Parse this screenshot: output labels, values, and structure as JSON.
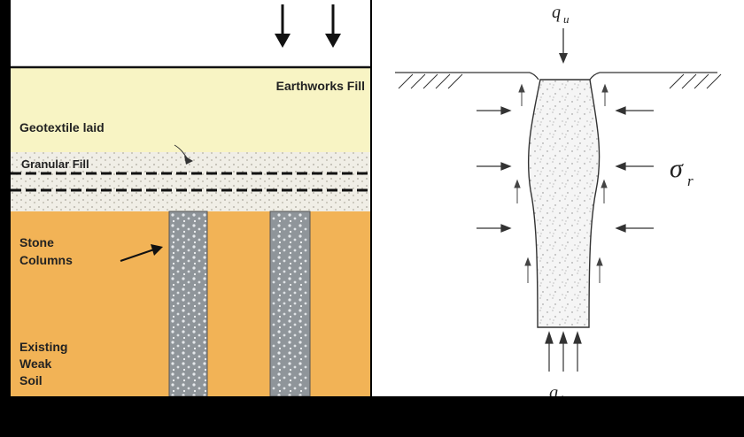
{
  "left_diagram": {
    "labels": {
      "earthworks": "Earthworks Fill",
      "geotextile": "Geotextile laid",
      "granular": "Granular Fill",
      "stone_line1": "Stone",
      "stone_line2": "Columns",
      "soil_line1": "Existing",
      "soil_line2": "Weak",
      "soil_line3": "Soil"
    },
    "colors": {
      "earthworks": "#f8f4c4",
      "granular": "#f0eee6",
      "soil": "#f2b356",
      "column": "#8f959a"
    },
    "load_arrow_count": 2,
    "stone_column_count": 2
  },
  "right_diagram": {
    "labels": {
      "top_load": "q",
      "top_load_sub": "u",
      "radial_stress": "σ",
      "radial_stress_sub": "r",
      "base_load": "q",
      "base_load_sub": "b"
    }
  },
  "colors": {
    "background": "#000000",
    "panel_right": "#ffffff",
    "ink": "#222222"
  }
}
